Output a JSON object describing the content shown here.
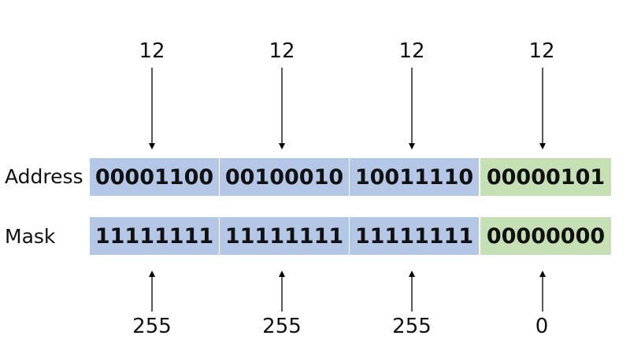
{
  "top_labels": [
    "12",
    "12",
    "12",
    "12"
  ],
  "bottom_labels": [
    "255",
    "255",
    "255",
    "0"
  ],
  "rows": {
    "address": {
      "label": "Address",
      "octets": [
        "00001100",
        "00100010",
        "10011110",
        "00000101"
      ]
    },
    "mask": {
      "label": "Mask",
      "octets": [
        "11111111",
        "11111111",
        "11111111",
        "00000000"
      ]
    }
  },
  "colors": {
    "network": "#b4c7e7",
    "host": "#c5e0b4",
    "arrow": "#000000",
    "divider": "#ffffff"
  }
}
